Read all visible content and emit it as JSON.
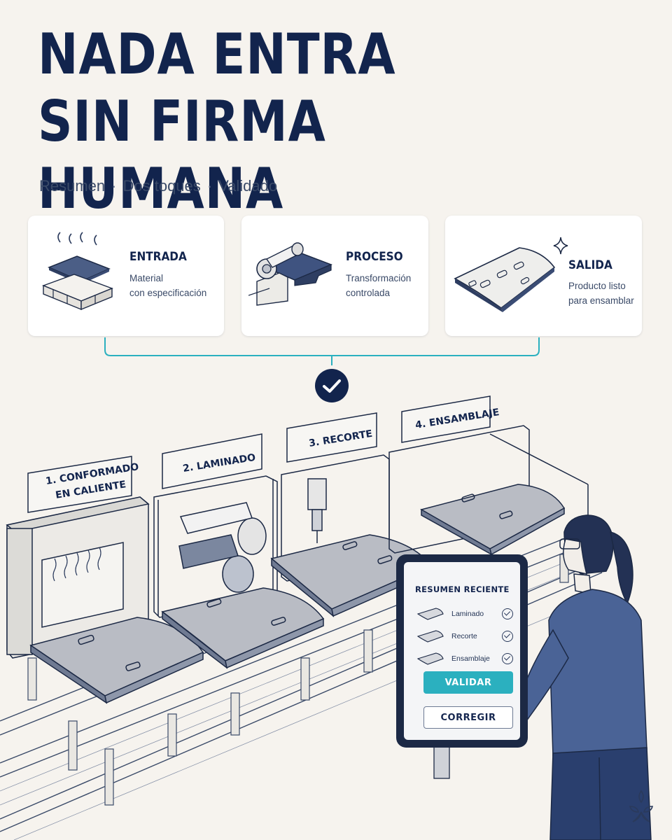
{
  "title": {
    "line1": "NADA ENTRA",
    "line2": "SIN FIRMA HUMANA"
  },
  "subtitle": {
    "items": [
      "Resumen",
      "Dos toques",
      "Validado"
    ],
    "separator": "·"
  },
  "cards": [
    {
      "title": "ENTRADA",
      "line1": "Material",
      "line2": "con especificación"
    },
    {
      "title": "PROCESO",
      "line1": "Transformación",
      "line2": "controlada"
    },
    {
      "title": "SALIDA",
      "line1": "Producto listo",
      "line2": "para ensamblar"
    }
  ],
  "stations": [
    {
      "line1": "1. CONFORMADO",
      "line2": "EN CALIENTE"
    },
    {
      "line1": "2. LAMINADO"
    },
    {
      "line1": "3. RECORTE"
    },
    {
      "line1": "4. ENSAMBLAJE"
    }
  ],
  "tablet": {
    "title": "RESUMEN RECIENTE",
    "rows": [
      "Laminado",
      "Recorte",
      "Ensamblaje"
    ],
    "validate_label": "VALIDAR",
    "correct_label": "CORREGIR"
  },
  "colors": {
    "navy": "#12244d",
    "accent": "#2bb0bf",
    "background": "#f6f3ee"
  },
  "icons": [
    "check-circle-icon",
    "sparkle-icon",
    "brand-logo-icon"
  ]
}
